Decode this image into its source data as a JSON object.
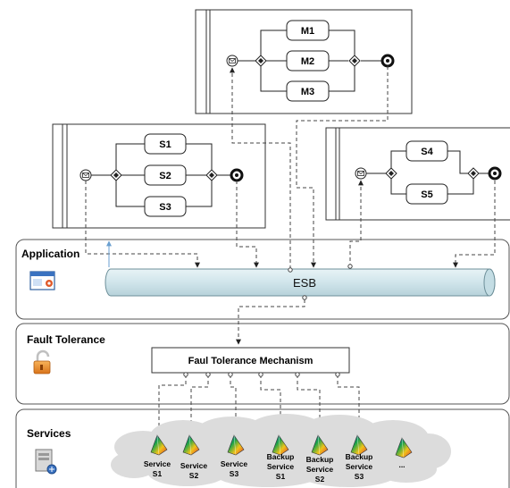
{
  "layers": {
    "application": "Application",
    "fault_tolerance": "Fault Tolerance",
    "services": "Services"
  },
  "esb_label": "ESB",
  "ftm_label": "Faul Tolerance Mechanism",
  "pool_top": {
    "tasks": [
      "M1",
      "M2",
      "M3"
    ]
  },
  "pool_left": {
    "tasks": [
      "S1",
      "S2",
      "S3"
    ]
  },
  "pool_right": {
    "tasks": [
      "S4",
      "S5"
    ]
  },
  "services": [
    {
      "line1": "Service",
      "line2": "S1"
    },
    {
      "line1": "Service",
      "line2": "S2"
    },
    {
      "line1": "Service",
      "line2": "S3"
    },
    {
      "line1": "Backup",
      "line2": "Service",
      "line3": "S1"
    },
    {
      "line1": "Backup",
      "line2": "Service",
      "line3": "S2"
    },
    {
      "line1": "Backup",
      "line2": "Service",
      "line3": "S3"
    },
    {
      "line1": "..."
    }
  ],
  "colors": {
    "esb_fill": "#d5e8ed",
    "layer_border": "#555555",
    "cloud": "#dcdcdc",
    "lock": "#e8902a"
  },
  "icons": {
    "application": "application-window-icon",
    "fault_tolerance": "padlock-icon",
    "services": "server-icon",
    "service": "service-prism-icon"
  }
}
